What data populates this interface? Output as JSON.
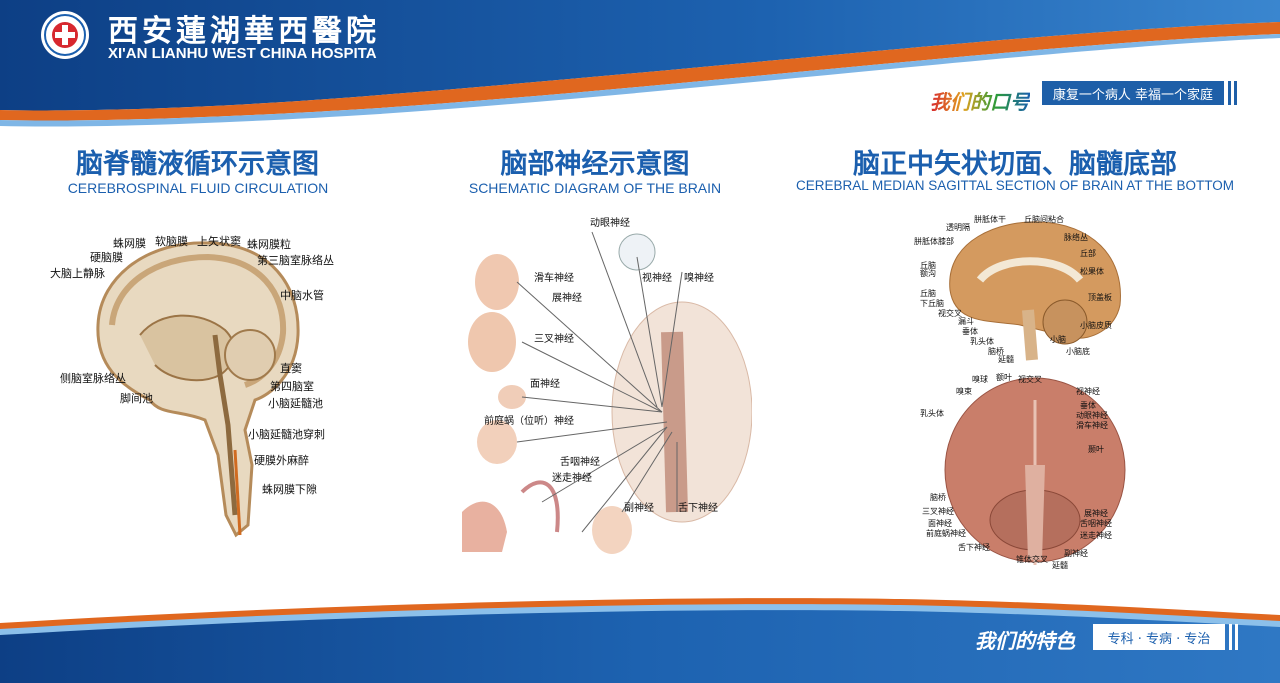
{
  "header": {
    "hospital_name_cn": "西安蓮湖華西醫院",
    "hospital_name_en": "XI'AN LIANHU WEST CHINA HOSPITA"
  },
  "slogan": {
    "heading": "我们的口号",
    "text": "康复一个病人 幸福一个家庭"
  },
  "feature": {
    "heading": "我们的特色",
    "text": "专科 · 专病 · 专治"
  },
  "sections": [
    {
      "title_cn": "脑脊髓液循环示意图",
      "title_en": "CEREBROSPINAL FLUID CIRCULATION",
      "labels": [
        "蛛网膜",
        "软脑膜",
        "上矢状窦",
        "蛛网膜粒",
        "硬脑膜",
        "第三脑室脉络丛",
        "大脑上静脉",
        "中脑水管",
        "直窦",
        "侧脑室脉络丛",
        "第四脑室",
        "脚间池",
        "小脑延髓池",
        "小脑延髓池穿刺",
        "硬膜外麻醉",
        "蛛网膜下隙"
      ]
    },
    {
      "title_cn": "脑部神经示意图",
      "title_en": "SCHEMATIC DIAGRAM OF THE BRAIN",
      "labels": [
        "动眼神经",
        "滑车神经",
        "视神经",
        "嗅神经",
        "展神经",
        "三叉神经",
        "面神经",
        "前庭蜗（位听）神经",
        "舌咽神经",
        "迷走神经",
        "副神经",
        "舌下神经"
      ]
    },
    {
      "title_cn": "脑正中矢状切面、脑髓底部",
      "title_en": "CEREBRAL MEDIAN SAGITTAL SECTION OF BRAIN AT THE BOTTOM",
      "labels_top": [
        "胼胝体干",
        "丘脑间粘合",
        "透明隔",
        "脉络丛",
        "胼胝体膝部",
        "丘部",
        "丘脑",
        "松果体",
        "额沟",
        "顶盖板",
        "丘脑",
        "下丘脑",
        "视交叉",
        "小脑皮质",
        "漏斗",
        "垂体",
        "乳头体",
        "小脑",
        "脑桥",
        "小脑底",
        "延髓"
      ],
      "labels_bottom": [
        "嗅球",
        "额叶",
        "视交叉",
        "嗅束",
        "视神经",
        "垂体",
        "乳头体",
        "动眼神经",
        "滑车神经",
        "颞叶",
        "脑桥",
        "展神经",
        "三叉神经",
        "舌咽神经",
        "面神经",
        "迷走神经",
        "前庭蜗神经",
        "舌下神经",
        "副神经",
        "锥体交叉",
        "延髓"
      ]
    }
  ]
}
